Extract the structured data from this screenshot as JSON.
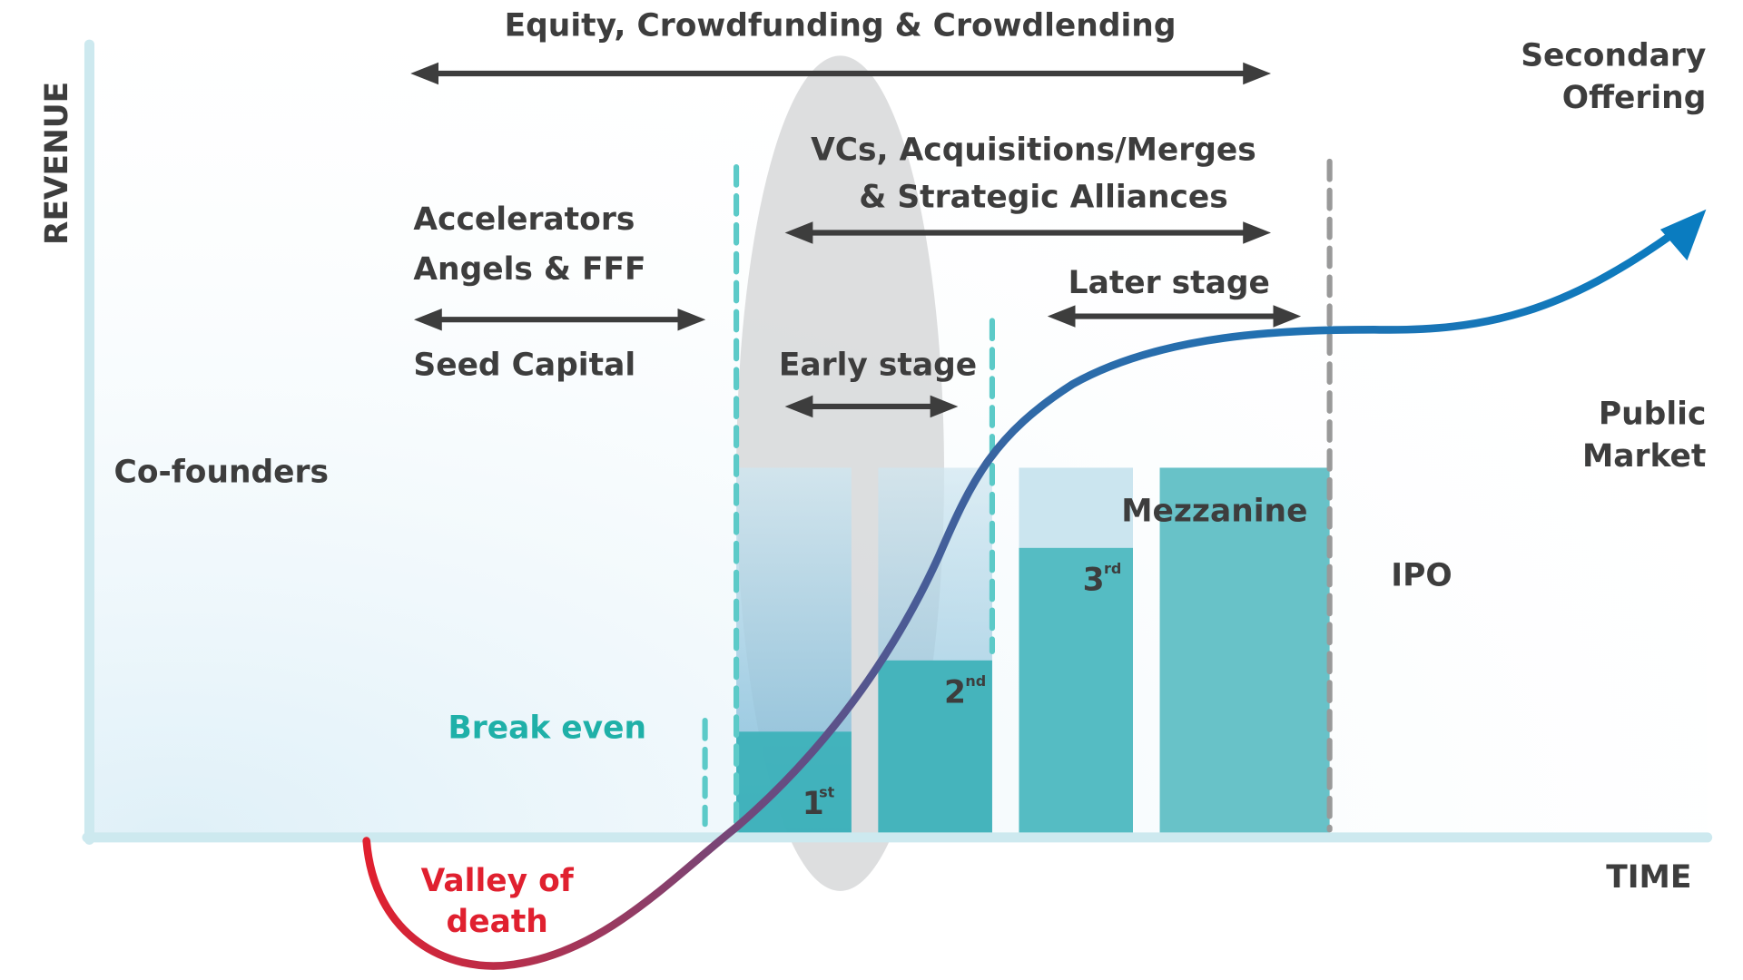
{
  "title": "Equity, Crowdfunding & Crowdlending",
  "axes": {
    "y": "REVENUE",
    "x": "TIME"
  },
  "labels": {
    "vcs_line1": "VCs, Acquisitions/Merges",
    "vcs_line2": "& Strategic Alliances",
    "accelerators": "Accelerators",
    "angels": "Angels & FFF",
    "seed": "Seed Capital",
    "early": "Early stage",
    "later": "Later stage",
    "cofounders": "Co-founders",
    "break_even": "Break even",
    "valley1": "Valley of",
    "valley2": "death",
    "mezzanine": "Mezzanine",
    "ipo": "IPO",
    "public1": "Public",
    "public2": "Market",
    "secondary1": "Secondary",
    "secondary2": "Offering"
  },
  "rounds": [
    {
      "num": "1",
      "sup": "st"
    },
    {
      "num": "2",
      "sup": "nd"
    },
    {
      "num": "3",
      "sup": "rd"
    }
  ],
  "colors": {
    "teal": "#4db8c0",
    "curve_start": "#e0202f",
    "curve_end": "#0a7cc0",
    "text": "#3d3d3d",
    "break_even": "#1fb0a8"
  }
}
